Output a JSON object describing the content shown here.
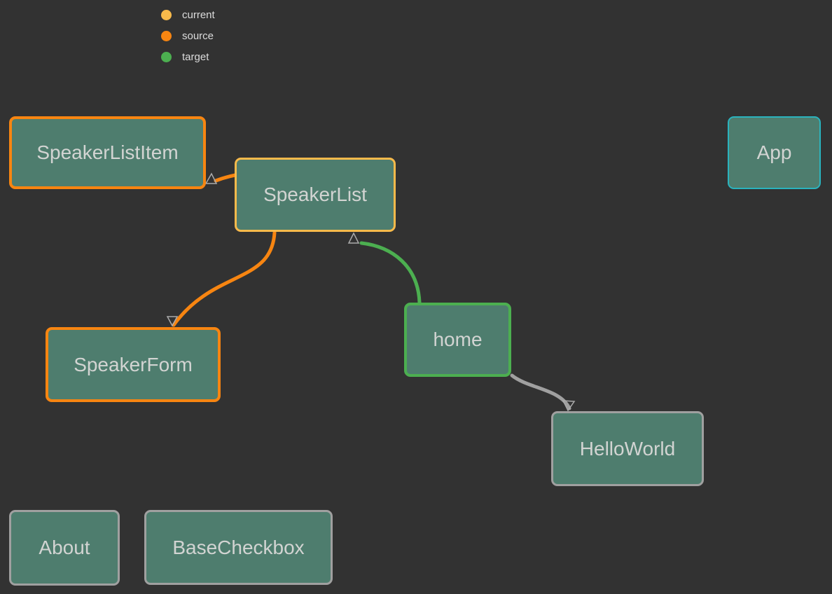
{
  "colors": {
    "background": "#323232",
    "current": "#f8ba4b",
    "source": "#f78511",
    "target": "#4caf50",
    "default_border": "#a0a0a0",
    "app_accent": "#2ab3be",
    "node_fill": "#4e7d6e",
    "node_text": "#d2d4d2",
    "edge_gray": "#a0a0a0",
    "arrowhead": "#ababab"
  },
  "legend": {
    "items": [
      {
        "label": "current",
        "color": "#f8ba4b"
      },
      {
        "label": "source",
        "color": "#f78511"
      },
      {
        "label": "target",
        "color": "#4caf50"
      }
    ]
  },
  "graph": {
    "nodes": [
      {
        "id": "SpeakerListItem",
        "label": "SpeakerListItem",
        "role": "source"
      },
      {
        "id": "SpeakerList",
        "label": "SpeakerList",
        "role": "current"
      },
      {
        "id": "App",
        "label": "App",
        "role": "accent"
      },
      {
        "id": "SpeakerForm",
        "label": "SpeakerForm",
        "role": "source"
      },
      {
        "id": "home",
        "label": "home",
        "role": "target"
      },
      {
        "id": "HelloWorld",
        "label": "HelloWorld",
        "role": "default"
      },
      {
        "id": "About",
        "label": "About",
        "role": "default"
      },
      {
        "id": "BaseCheckbox",
        "label": "BaseCheckbox",
        "role": "default"
      }
    ],
    "edges": [
      {
        "from": "SpeakerList",
        "to": "SpeakerListItem",
        "color": "source"
      },
      {
        "from": "SpeakerList",
        "to": "SpeakerForm",
        "color": "source"
      },
      {
        "from": "home",
        "to": "SpeakerList",
        "color": "target"
      },
      {
        "from": "home",
        "to": "HelloWorld",
        "color": "default"
      }
    ]
  }
}
